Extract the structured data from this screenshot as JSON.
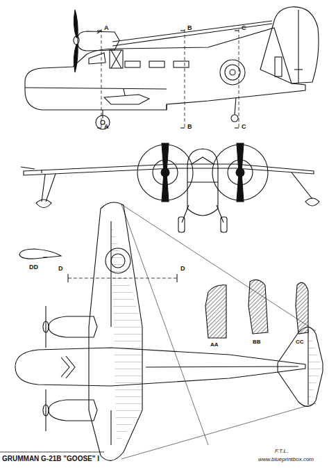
{
  "diagram": {
    "title": "GRUMMAN G-21B \"GOOSE\" I",
    "labels": [
      "A",
      "B",
      "C",
      "A",
      "B",
      "C",
      "DD",
      "D",
      "D",
      "AA",
      "BB",
      "CC",
      "F.T.L.",
      "www.blueprintbox.com"
    ]
  }
}
